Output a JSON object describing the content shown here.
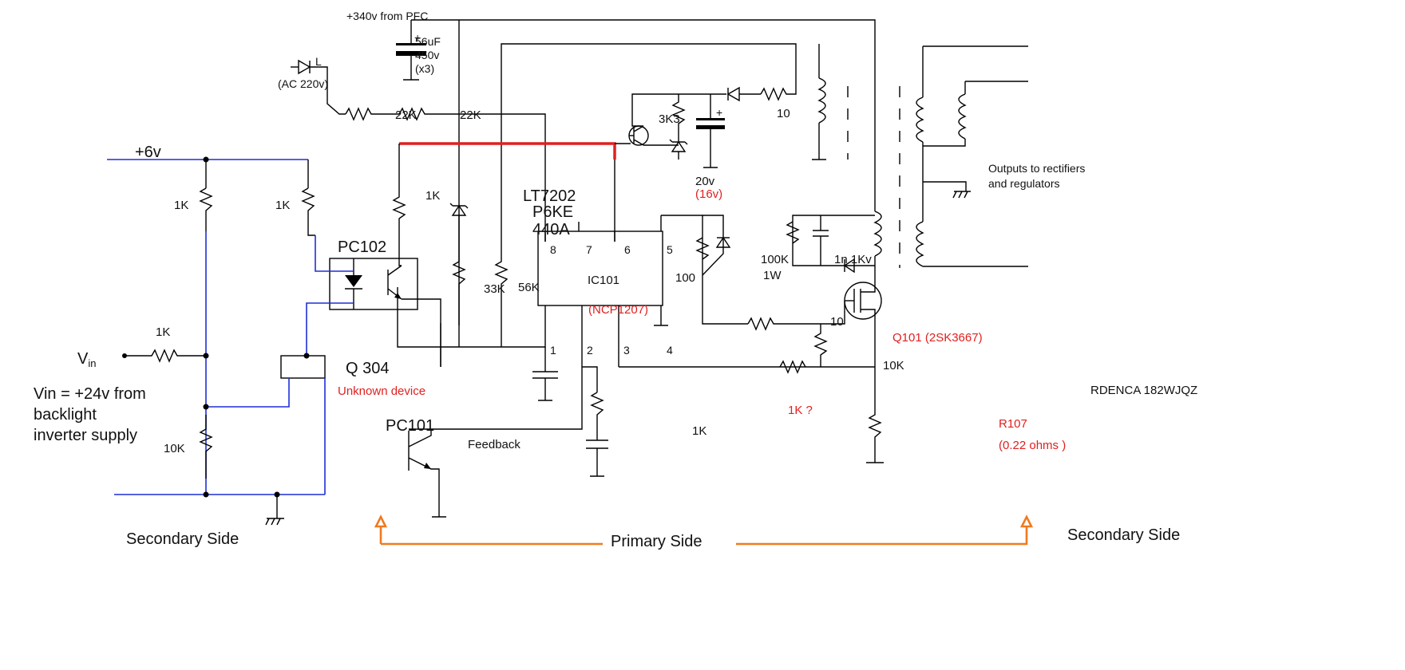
{
  "labels": {
    "pfc_supply": "+340v from PFC",
    "cap_main_value": "56uF",
    "cap_main_voltage": "450v",
    "cap_main_qty": "(x3)",
    "ac_line": "L",
    "ac_voltage": "(AC 220v)",
    "r_22k_a": "22K",
    "r_22k_b": "22K",
    "plus_6v": "+6v",
    "r_1k_left": "1K",
    "r_1k_mid": "1K",
    "r_1k_opto": "1K",
    "zener_lt": "LT7202",
    "zener_p6ke": "P6KE",
    "zener_440a": "440A",
    "r_3k3": "3K3",
    "r_10_top": "10",
    "zener_20v": "20v",
    "zener_16v": "(16v)",
    "pc102": "PC102",
    "r_33k": "33K",
    "r_56k": "56K",
    "ic_name": "IC101",
    "ic_part": "(NCP1207)",
    "pin_8": "8",
    "pin_7": "7",
    "pin_6": "6",
    "pin_5": "5",
    "pin_1": "1",
    "pin_2": "2",
    "pin_3": "3",
    "pin_4": "4",
    "r_100": "100",
    "r_100k": "100K",
    "r_100k_power": "1W",
    "cap_1n": "1n 1Kv",
    "r_10_gate": "10",
    "r_10k_gate": "10K",
    "q101": "Q101 (2SK3667)",
    "outputs_line1": "Outputs to rectifiers",
    "outputs_line2": "and regulators",
    "model_code": "RDENCA 182WJQZ",
    "vin_symbol": "V",
    "vin_sub": "in",
    "r_1k_vin": "1K",
    "q304": "Q 304",
    "q304_note": "Unknown device",
    "vin_desc_1": "Vin = +24v from",
    "vin_desc_2": "backlight",
    "vin_desc_3": "inverter supply",
    "r_10k_left": "10K",
    "r_1k_q": "1K ?",
    "pc101": "PC101",
    "feedback": "Feedback",
    "r_1k_pin2": "1K",
    "r107": "R107",
    "r107_value": "(0.22  ohms )",
    "secondary_left": "Secondary Side",
    "primary": "Primary Side",
    "secondary_right": "Secondary Side"
  },
  "colors": {
    "wire": "#000000",
    "low_voltage_wire": "#1f2fd6",
    "highlight_wire": "#e02020",
    "annotation_red": "#e02020",
    "arrow_orange": "#f07a1e"
  }
}
